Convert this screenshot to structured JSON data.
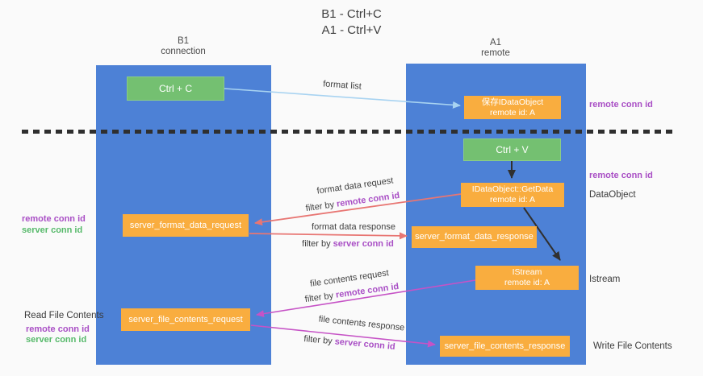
{
  "title": {
    "line1": "B1 - Ctrl+C",
    "line2": "A1 - Ctrl+V"
  },
  "columns": {
    "left": {
      "header_line1": "B1",
      "header_line2": "connection"
    },
    "right": {
      "header_line1": "A1",
      "header_line2": "remote"
    }
  },
  "boxes": {
    "ctrl_c": "Ctrl + C",
    "save_idataobject_line1": "保存IDataObject",
    "save_idataobject_line2": "remote id: A",
    "ctrl_v": "Ctrl + V",
    "getdata_line1": "IDataObject::GetData",
    "getdata_line2": "remote id: A",
    "server_format_data_request": "server_format_data_request",
    "server_format_data_response": "server_format_data_response",
    "istream_line1": "IStream",
    "istream_line2": "remote id: A",
    "server_file_contents_request": "server_file_contents_request",
    "server_file_contents_response": "server_file_contents_response"
  },
  "arrow_labels": {
    "format_list": "format list",
    "format_data_request": "format data request",
    "filter_by_1_prefix": "filter by ",
    "filter_by_1_key": "remote conn id",
    "format_data_response": "format data response",
    "filter_by_2_prefix": "filter by ",
    "filter_by_2_key": "server conn id",
    "file_contents_request": "file contents request",
    "filter_by_3_prefix": "filter by ",
    "filter_by_3_key": "remote conn id",
    "file_contents_response": "file contents response",
    "filter_by_4_prefix": "filter by ",
    "filter_by_4_key": "server conn id"
  },
  "side_labels": {
    "remote_conn_id_top": "remote conn id",
    "remote_conn_id_mid": "remote conn id",
    "dataobject": "DataObject",
    "istream": "Istream",
    "write_file_contents": "Write File Contents",
    "read_file_contents": "Read File Contents",
    "left_remote_conn_id_1": "remote conn id",
    "left_server_conn_id_1": "server conn id",
    "left_remote_conn_id_2": "remote conn id",
    "left_server_conn_id_2": "server conn id"
  },
  "colors": {
    "background": "#fafafa",
    "column_blue": "#4d81d6",
    "box_orange": "#f9ad3f",
    "box_green": "#74c071",
    "text_dark": "#3f3f3f",
    "purple": "#a94fc5",
    "label_green": "#56b96a",
    "arrow_red": "#e87673",
    "arrow_magenta": "#c653c6",
    "arrow_black": "#303030",
    "arrow_lightblue": "#a8d3f1",
    "dashed_line": "#2f2f2f"
  }
}
